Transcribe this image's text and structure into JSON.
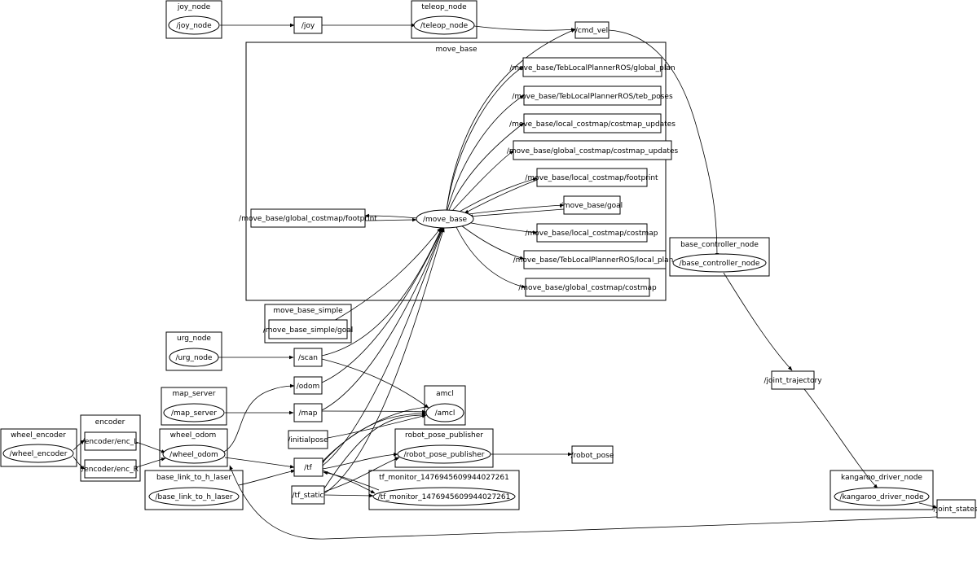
{
  "clusters": {
    "joy": "joy_node",
    "teleop": "teleop_node",
    "move_base": "move_base",
    "move_base_simple": "move_base_simple",
    "urg": "urg_node",
    "map_server": "map_server",
    "wheel_encoder": "wheel_encoder",
    "encoder": "encoder",
    "wheel_odom": "wheel_odom",
    "base_link": "base_link_to_h_laser",
    "amcl": "amcl",
    "robot_pose_publisher": "robot_pose_publisher",
    "tf_monitor": "tf_monitor_1476945609944027261",
    "base_controller": "base_controller_node",
    "kangaroo": "kangaroo_driver_node"
  },
  "nodes": {
    "joy_node": "/joy_node",
    "teleop_node": "/teleop_node",
    "move_base": "/move_base",
    "urg_node": "/urg_node",
    "map_server": "/map_server",
    "wheel_encoder": "/wheel_encoder",
    "wheel_odom": "/wheel_odom",
    "base_link": "/base_link_to_h_laser",
    "amcl": "/amcl",
    "robot_pose_publisher": "/robot_pose_publisher",
    "tf_monitor": "/tf_monitor_1476945609944027261",
    "base_controller": "/base_controller_node",
    "kangaroo": "/kangaroo_driver_node"
  },
  "topics": {
    "joy": "/joy",
    "cmd_vel": "/cmd_vel",
    "global_plan": "/move_base/TebLocalPlannerROS/global_plan",
    "teb_poses": "/move_base/TebLocalPlannerROS/teb_poses",
    "local_costmap_updates": "/move_base/local_costmap/costmap_updates",
    "global_costmap_updates": "/move_base/global_costmap/costmap_updates",
    "local_footprint": "/move_base/local_costmap/footprint",
    "goal": "/move_base/goal",
    "global_footprint": "/move_base/global_costmap/footprint",
    "local_costmap": "/move_base/local_costmap/costmap",
    "local_plan": "/move_base/TebLocalPlannerROS/local_plan",
    "global_costmap": "/move_base/global_costmap/costmap",
    "simple_goal": "/move_base_simple/goal",
    "scan": "/scan",
    "odom": "/odom",
    "map": "/map",
    "initialpose": "/initialpose",
    "tf": "/tf",
    "tf_static": "/tf_static",
    "enc_L": "/encoder/enc_L",
    "enc_R": "/encoder/enc_R",
    "robot_pose": "/robot_pose",
    "joint_trajectory": "/joint_trajectory",
    "joint_states": "/joint_states"
  }
}
